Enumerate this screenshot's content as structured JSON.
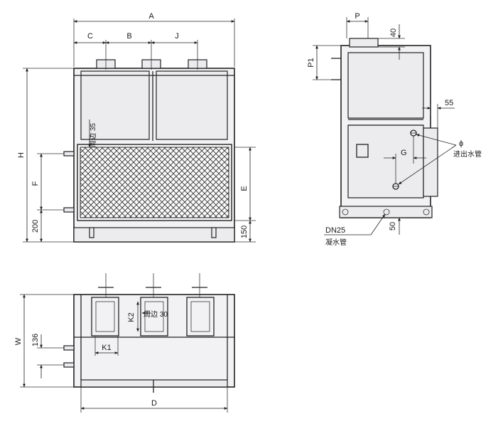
{
  "front_view": {
    "dims": {
      "a": "A",
      "c": "C",
      "b": "B",
      "j": "J",
      "h": "H",
      "f": "F",
      "e": "E",
      "d200": "200",
      "d150": "150"
    },
    "mesh_note": "周边 35"
  },
  "side_view": {
    "dims": {
      "p": "P",
      "d40": "40",
      "p1": "P1",
      "d55": "55",
      "g": "G",
      "phi": "ϕ",
      "d50": "50",
      "dn25": "DN25"
    },
    "inlet_outlet_label": "进出水管",
    "condensate_label": "凝水管"
  },
  "top_view": {
    "dims": {
      "w": "W",
      "d136": "136",
      "k1": "K1",
      "k2": "K2",
      "d": "D"
    },
    "border_note": "周边 30"
  }
}
